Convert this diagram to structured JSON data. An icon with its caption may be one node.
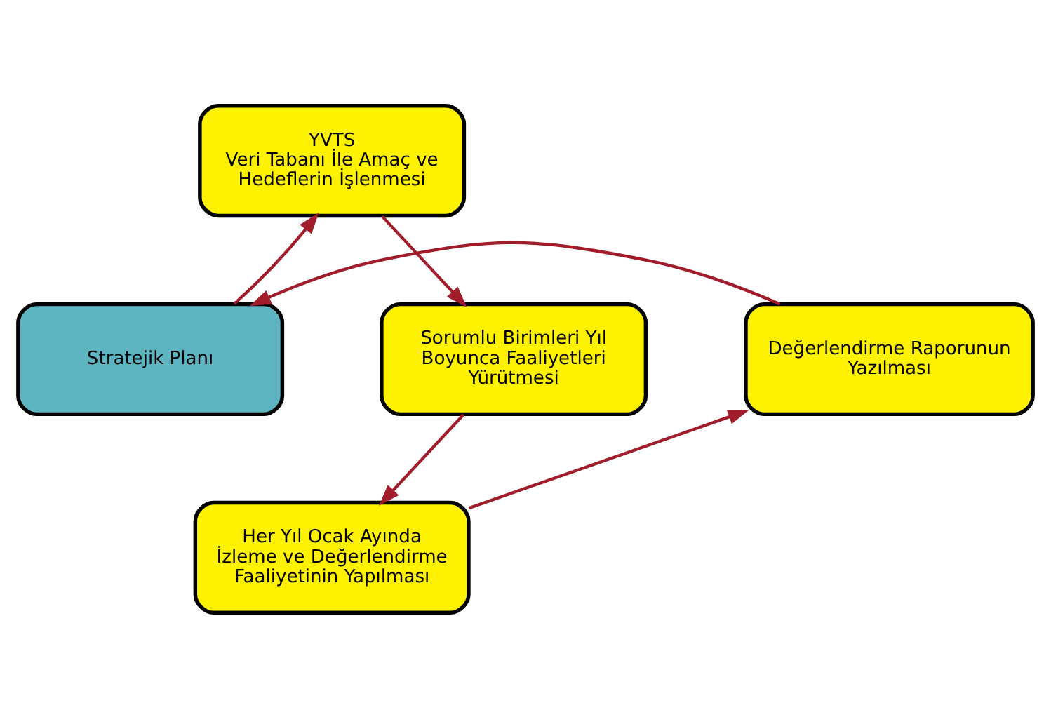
{
  "diagram": {
    "nodes": [
      {
        "text": [
          "YVTS",
          "Veri Tabanı İle Amaç ve Hedeflerin İşlenmesi"
        ]
      },
      {
        "text": [
          "Değerlendirme Raporunun Yazılması"
        ]
      },
      {
        "text": [
          "Stratejik Planı"
        ]
      },
      {
        "text": [
          "Sorumlu Birimleri Yıl Boyunca Faaliyetleri Yürütmesi"
        ]
      },
      {
        "text": [
          "Her Yıl Ocak Ayında İzleme ve Değerlendirme Faaliyetinin Yapılması"
        ]
      }
    ],
    "edges": [
      {
        "from": 1,
        "to": 2,
        "arrow": "to",
        "color": "#a11d2b"
      },
      {
        "from": 2,
        "to": 0,
        "arrow": "to",
        "color": "#a11d2b"
      },
      {
        "from": 0,
        "to": 3,
        "arrow": "to",
        "color": "#a11d2b"
      },
      {
        "from": 3,
        "to": 4,
        "arrow": "to",
        "color": "#a11d2b"
      },
      {
        "from": 4,
        "to": 1,
        "arrow": "to",
        "color": "#a11d2b"
      }
    ]
  }
}
